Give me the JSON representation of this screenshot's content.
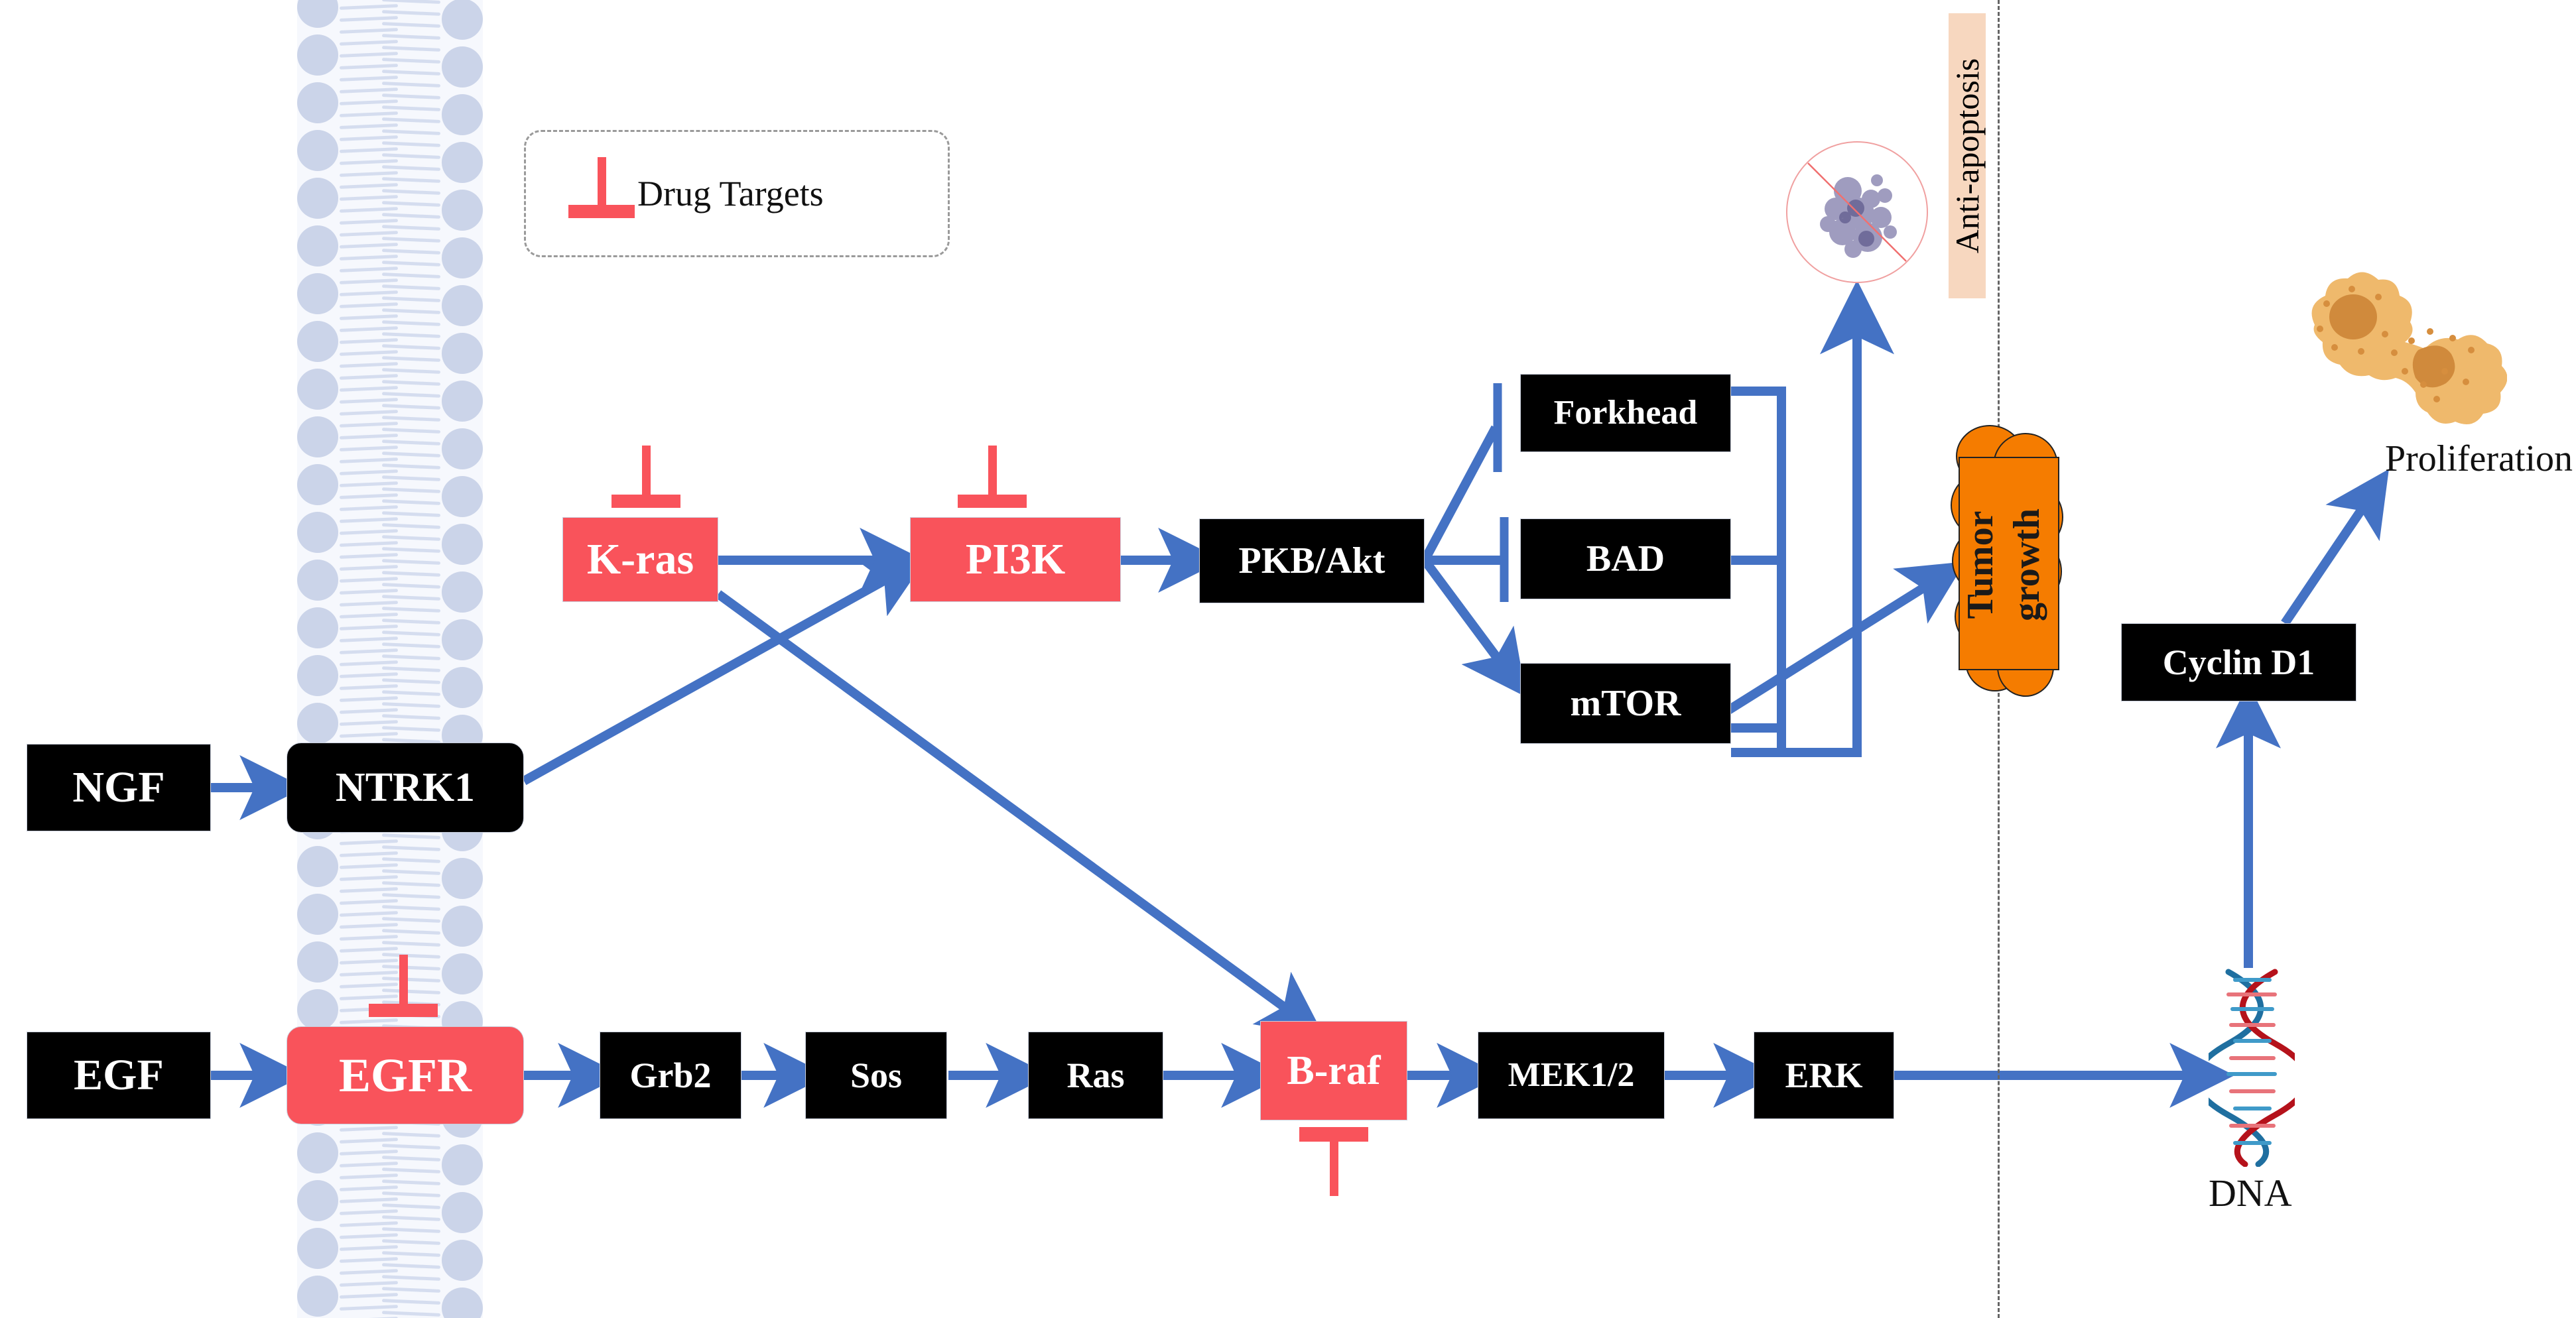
{
  "diagram": {
    "title": "EGFR / NTRK1 signaling pathway with drug targets",
    "colors": {
      "drug_target_red": "#F9535B",
      "node_black": "#000000",
      "arrow_blue": "#4472C4",
      "membrane_blue": "#c3cee5",
      "tumor_orange": "#F57C00",
      "anti_apoptosis_bg": "#f7d7bf"
    }
  },
  "legend": {
    "label": "Drug Targets",
    "symbol": "inhibition-bar-icon"
  },
  "nodes": [
    {
      "id": "ngf",
      "label": "NGF",
      "style": "black",
      "shape": "rect"
    },
    {
      "id": "ntrk1",
      "label": "NTRK1",
      "style": "black",
      "shape": "rounded"
    },
    {
      "id": "egf",
      "label": "EGF",
      "style": "black",
      "shape": "rect"
    },
    {
      "id": "egfr",
      "label": "EGFR",
      "style": "red",
      "shape": "rounded",
      "drug_target": true
    },
    {
      "id": "kras",
      "label": "K-ras",
      "style": "red",
      "shape": "rect",
      "drug_target": true
    },
    {
      "id": "pi3k",
      "label": "PI3K",
      "style": "red",
      "shape": "rect",
      "drug_target": true
    },
    {
      "id": "pkbakt",
      "label": "PKB/Akt",
      "style": "black",
      "shape": "rect"
    },
    {
      "id": "forkhead",
      "label": "Forkhead",
      "style": "black",
      "shape": "rect"
    },
    {
      "id": "bad",
      "label": "BAD",
      "style": "black",
      "shape": "rect"
    },
    {
      "id": "mtor",
      "label": "mTOR",
      "style": "black",
      "shape": "rect"
    },
    {
      "id": "grb2",
      "label": "Grb2",
      "style": "black",
      "shape": "rect"
    },
    {
      "id": "sos",
      "label": "Sos",
      "style": "black",
      "shape": "rect"
    },
    {
      "id": "ras",
      "label": "Ras",
      "style": "black",
      "shape": "rect"
    },
    {
      "id": "braf",
      "label": "B-raf",
      "style": "red",
      "shape": "rect",
      "drug_target": true
    },
    {
      "id": "mek12",
      "label": "MEK1/2",
      "style": "black",
      "shape": "rect"
    },
    {
      "id": "erk",
      "label": "ERK",
      "style": "black",
      "shape": "rect"
    },
    {
      "id": "cyclind1",
      "label": "Cyclin D1",
      "style": "black",
      "shape": "rect"
    }
  ],
  "outcomes": {
    "anti_apoptosis": "Anti-apoptosis",
    "tumor_growth_line1": "Tumor",
    "tumor_growth_line2": "growth",
    "proliferation": "Proliferation",
    "dna": "DNA"
  },
  "edges": [
    {
      "from": "ngf",
      "to": "ntrk1",
      "type": "activation"
    },
    {
      "from": "egf",
      "to": "egfr",
      "type": "activation"
    },
    {
      "from": "ntrk1",
      "to": "pi3k",
      "type": "activation"
    },
    {
      "from": "kras",
      "to": "pi3k",
      "type": "activation"
    },
    {
      "from": "kras",
      "to": "braf",
      "type": "activation"
    },
    {
      "from": "pi3k",
      "to": "pkbakt",
      "type": "activation"
    },
    {
      "from": "pkbakt",
      "to": "forkhead",
      "type": "inhibition"
    },
    {
      "from": "pkbakt",
      "to": "bad",
      "type": "inhibition"
    },
    {
      "from": "pkbakt",
      "to": "mtor",
      "type": "activation"
    },
    {
      "from": "forkhead",
      "to": "anti_apoptosis",
      "type": "activation"
    },
    {
      "from": "bad",
      "to": "anti_apoptosis",
      "type": "activation"
    },
    {
      "from": "mtor",
      "to": "tumor_growth",
      "type": "activation"
    },
    {
      "from": "egfr",
      "to": "grb2",
      "type": "activation"
    },
    {
      "from": "grb2",
      "to": "sos",
      "type": "activation"
    },
    {
      "from": "sos",
      "to": "ras",
      "type": "activation"
    },
    {
      "from": "ras",
      "to": "braf",
      "type": "activation"
    },
    {
      "from": "braf",
      "to": "mek12",
      "type": "activation"
    },
    {
      "from": "mek12",
      "to": "erk",
      "type": "activation"
    },
    {
      "from": "erk",
      "to": "dna",
      "type": "activation"
    },
    {
      "from": "dna",
      "to": "cyclind1",
      "type": "activation"
    },
    {
      "from": "cyclind1",
      "to": "proliferation",
      "type": "activation"
    }
  ]
}
